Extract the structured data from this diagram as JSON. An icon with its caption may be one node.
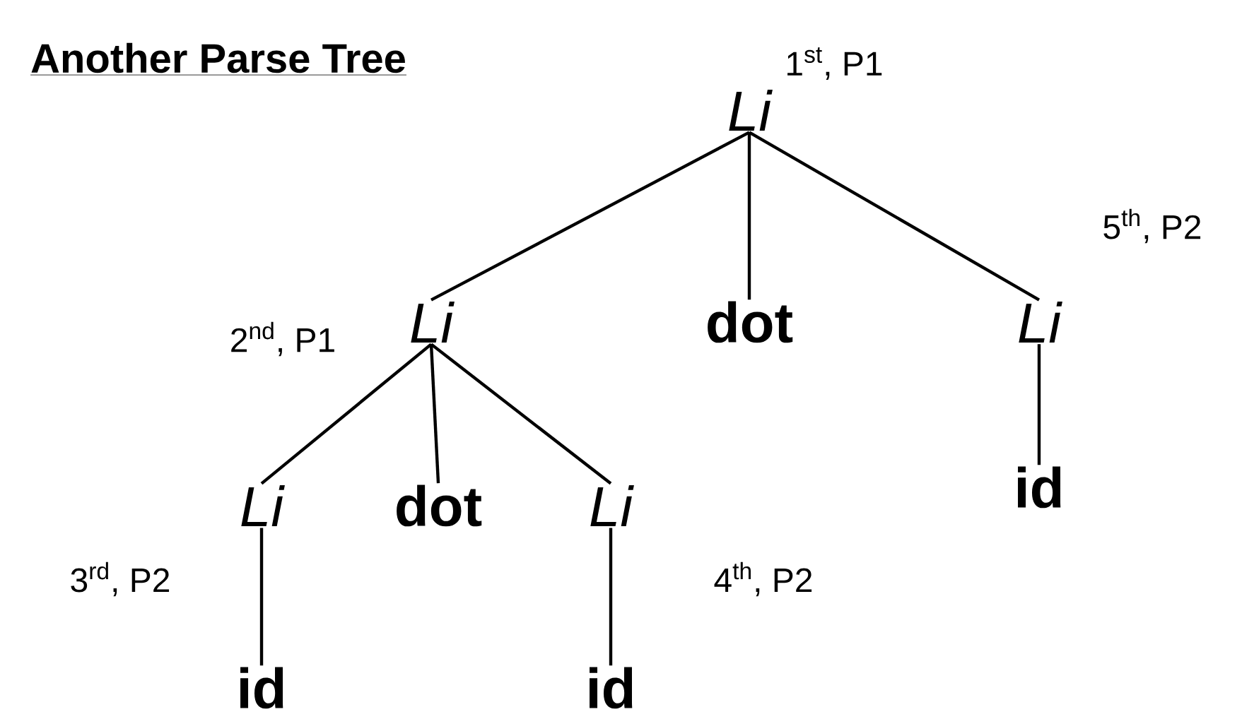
{
  "diagram": {
    "title": "Another Parse Tree",
    "nodes": [
      {
        "text": [
          "Li"
        ],
        "beside": [
          "1$^{st}$, P1"
        ]
      },
      {
        "text": [
          "Li"
        ],
        "beside": [
          "2$^{nd}$, P1"
        ]
      },
      {
        "text": [
          "dot"
        ]
      },
      {
        "text": [
          "Li"
        ],
        "beside": [
          "5$^{th}$, P2"
        ]
      },
      {
        "text": [
          "Li"
        ],
        "beside": [
          "3$^{rd}$, P2"
        ]
      },
      {
        "text": [
          "dot"
        ]
      },
      {
        "text": [
          "Li"
        ],
        "beside": [
          "4$^{th}$, P2"
        ]
      },
      {
        "text": [
          "id"
        ]
      },
      {
        "text": [
          "id"
        ]
      },
      {
        "text": [
          "id"
        ]
      }
    ],
    "edges": [
      {
        "from": 0,
        "to": 1,
        "arrow": "none"
      },
      {
        "from": 0,
        "to": 2,
        "arrow": "none"
      },
      {
        "from": 0,
        "to": 3,
        "arrow": "none"
      },
      {
        "from": 1,
        "to": 4,
        "arrow": "none"
      },
      {
        "from": 1,
        "to": 5,
        "arrow": "none"
      },
      {
        "from": 1,
        "to": 6,
        "arrow": "none"
      },
      {
        "from": 3,
        "to": 7,
        "arrow": "none"
      },
      {
        "from": 4,
        "to": 8,
        "arrow": "none"
      },
      {
        "from": 6,
        "to": 9,
        "arrow": "none"
      }
    ]
  }
}
